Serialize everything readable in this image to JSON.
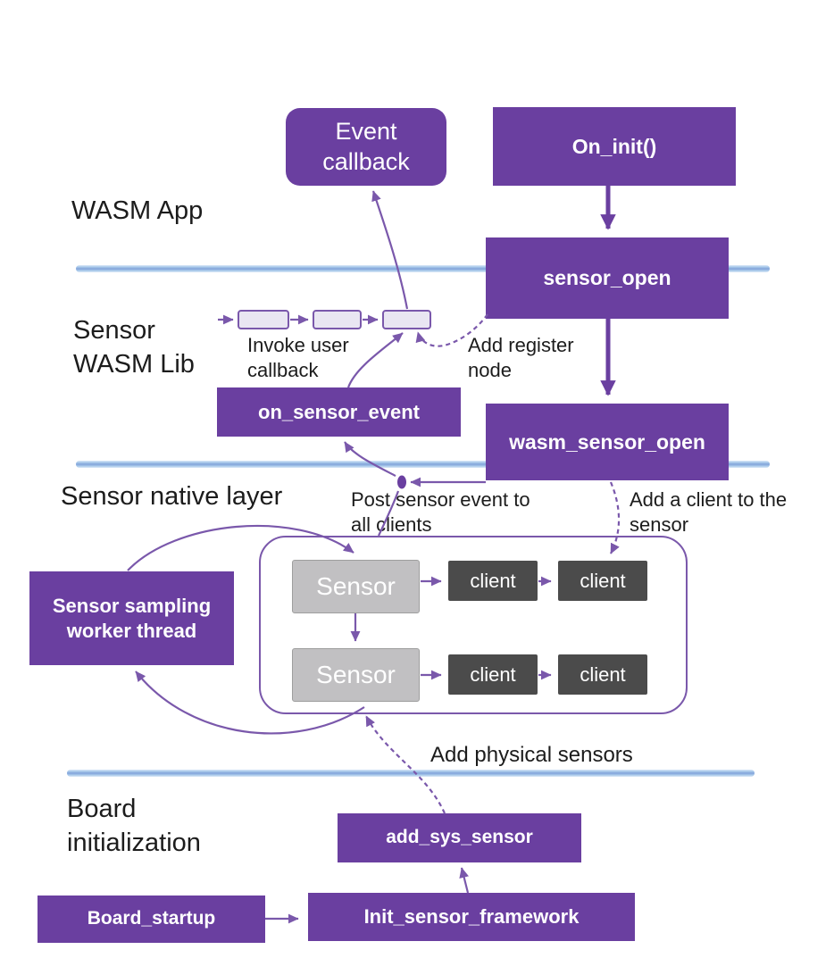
{
  "layers": {
    "wasm_app": "WASM App",
    "sensor_wasm_lib": "Sensor WASM Lib",
    "sensor_native": "Sensor native layer",
    "board_init": "Board initialization"
  },
  "boxes": {
    "event_callback": "Event callback",
    "on_init": "On_init()",
    "sensor_open": "sensor_open",
    "on_sensor_event": "on_sensor_event",
    "wasm_sensor_open": "wasm_sensor_open",
    "sensor_sampling_worker": "Sensor sampling worker thread",
    "add_sys_sensor": "add_sys_sensor",
    "board_startup": "Board_startup",
    "init_sensor_framework": "Init_sensor_framework"
  },
  "native": {
    "sensor": "Sensor",
    "client": "client"
  },
  "annotations": {
    "invoke_user_callback": "Invoke user callback",
    "add_register_node": "Add register node",
    "post_sensor_event": "Post sensor event to all clients",
    "add_client_to_sensor": "Add a client to the sensor",
    "add_physical_sensors": "Add physical sensors"
  },
  "colors": {
    "box_purple": "#6a3fa0",
    "arrow_purple": "#7a58ab",
    "client_dark_gray": "#4b4b4b",
    "sensor_light_gray": "#c1c0c2",
    "divider_blue": "#82a3da"
  }
}
